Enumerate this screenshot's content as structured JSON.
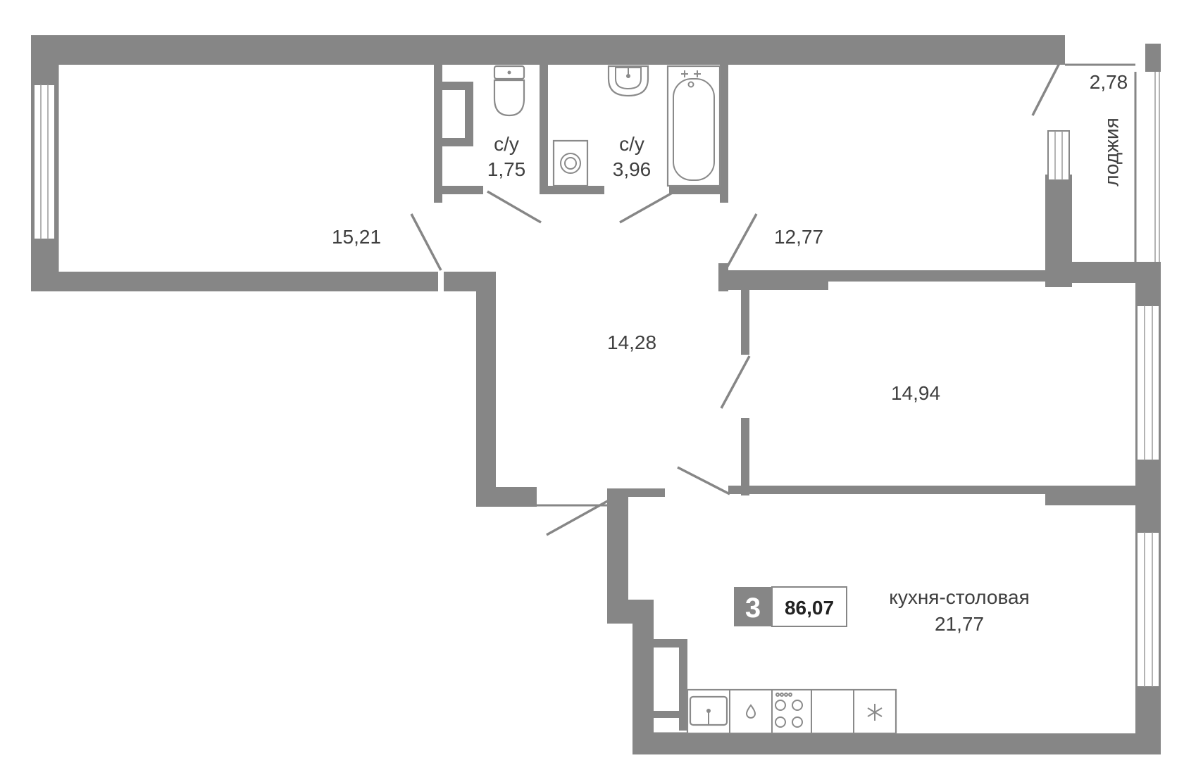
{
  "plan": {
    "rooms": {
      "bedroom_left": {
        "area": "15,21"
      },
      "wc_small": {
        "name": "с/у",
        "area": "1,75"
      },
      "wc_bath": {
        "name": "с/у",
        "area": "3,96"
      },
      "bedroom_top_right": {
        "area": "12,77"
      },
      "loggia": {
        "name": "лоджия",
        "area": "2,78"
      },
      "hall": {
        "area": "14,28"
      },
      "bedroom_right": {
        "area": "14,94"
      },
      "kitchen": {
        "name": "кухня-столовая",
        "area": "21,77"
      }
    },
    "badge": {
      "rooms_count": "3",
      "total_area": "86,07"
    },
    "colors": {
      "wall": "#868686",
      "text": "#3f3f3f",
      "badge_bg": "#868686"
    }
  }
}
